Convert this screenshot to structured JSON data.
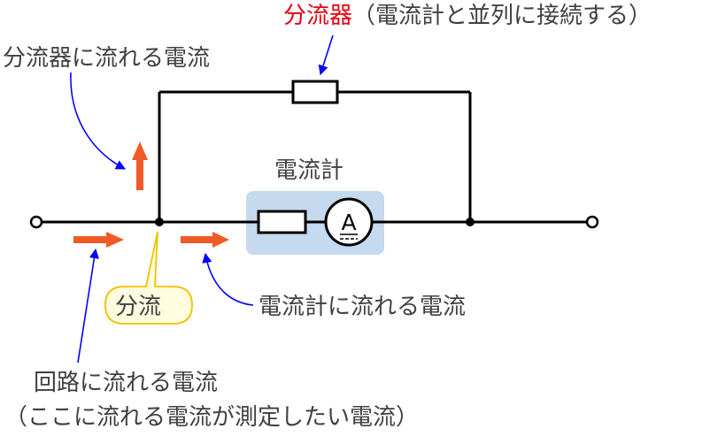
{
  "labels": {
    "shunt_name": "分流器",
    "shunt_note": "（電流計と並列に接続する）",
    "shunt_current": "分流器に流れる電流",
    "ammeter_name": "電流計",
    "ammeter_symbol": "A",
    "ammeter_current": "電流計に流れる電流",
    "branch": "分流",
    "circuit_current": "回路に流れる電流",
    "measure_note": "（ここに流れる電流が測定したい電流）"
  },
  "colors": {
    "wire": "#000000",
    "text": "#404040",
    "highlight_text": "#e60012",
    "current_arrow": "#f05a28",
    "pointer_arrow": "#0000ff",
    "ammeter_box": "#c5d9ef",
    "branch_bubble_fill": "#fffde0",
    "branch_bubble_stroke": "#f0c000"
  }
}
